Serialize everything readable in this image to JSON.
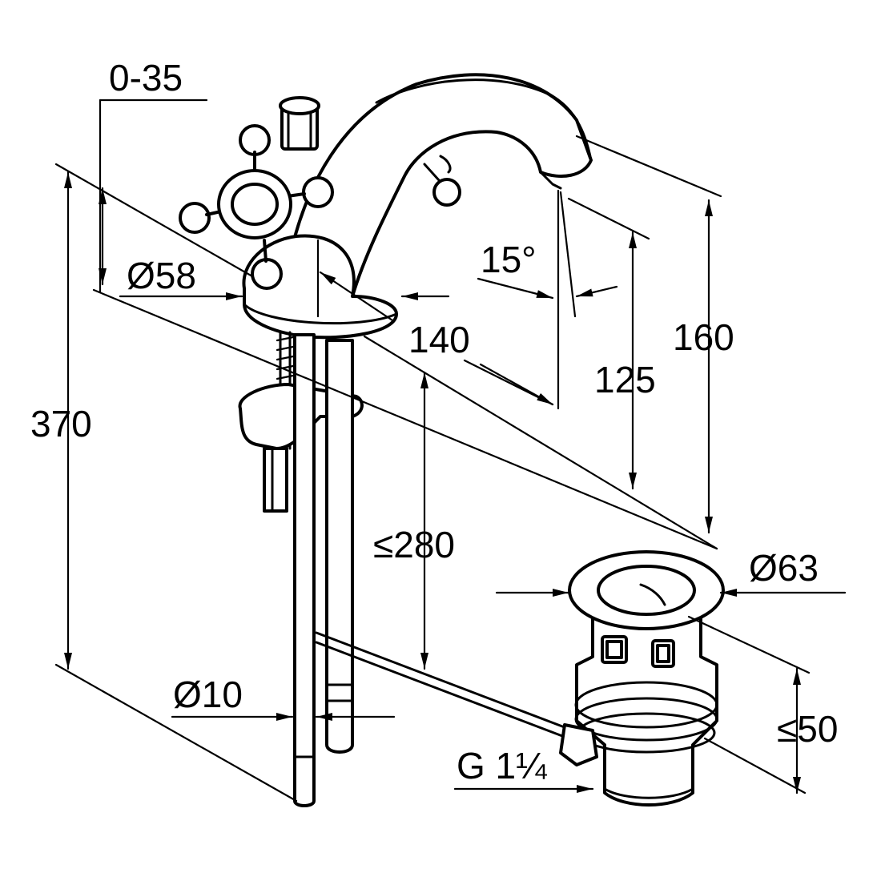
{
  "dimensions": {
    "d_0_35": "0-35",
    "d_58": "Ø58",
    "d_370": "370",
    "d_140": "140",
    "d_15deg": "15°",
    "d_125": "125",
    "d_160": "160",
    "d_280": "≤280",
    "d_63": "Ø63",
    "d_10": "Ø10",
    "d_50": "≤50",
    "d_g114": "G 1¼"
  }
}
